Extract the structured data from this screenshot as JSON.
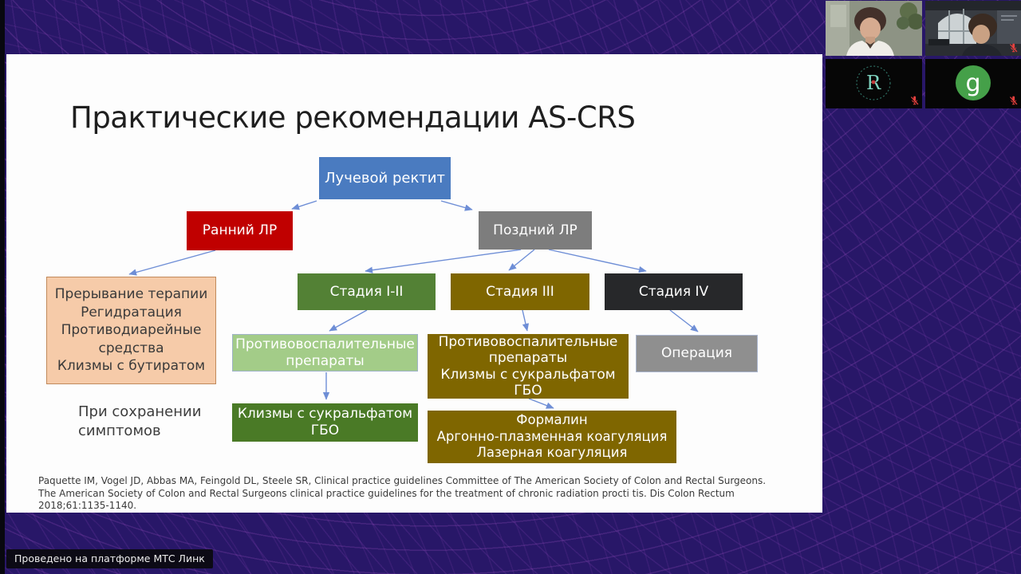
{
  "meeting": {
    "platform_badge": "Проведено на платформе МТС Линк",
    "tiles": [
      {
        "id": "participant-video-1",
        "kind": "camera",
        "muted": false
      },
      {
        "id": "participant-video-2",
        "kind": "camera",
        "muted": true
      },
      {
        "id": "participant-logo-avatar",
        "kind": "logo-avatar",
        "initial": "R",
        "muted": true
      },
      {
        "id": "participant-letter-avatar",
        "kind": "letter-avatar",
        "initial": "g",
        "muted": true
      }
    ],
    "avatar_letter": "g",
    "logo_letter": "R"
  },
  "slide": {
    "title": "Практические рекомендации AS-CRS",
    "side_note": "При сохранении\nсимптомов",
    "citation_lines": [
      "Paquette IM, Vogel JD, Abbas MA, Feingold DL, Steele SR, Clinical practice guidelines Committee of The American Society of Colon and Rectal Surgeons.",
      "The American Society of Colon and Rectal Surgeons clinical practice guidelines for the treatment of chronic radiation procti tis. Dis Colon Rectum",
      "2018;61:1135-1140."
    ],
    "flowchart": {
      "nodes": {
        "root": {
          "label": "Лучевой ректит",
          "color": "#4a7bc0"
        },
        "early": {
          "label": "Ранний ЛР",
          "color": "#c00000"
        },
        "late": {
          "label": "Поздний ЛР",
          "color": "#7d7d7d"
        },
        "stage12": {
          "label": "Стадия I-II",
          "color": "#538135"
        },
        "stage3": {
          "label": "Стадия III",
          "color": "#7f6600"
        },
        "stage4": {
          "label": "Стадия IV",
          "color": "#27282a"
        },
        "early_tx": {
          "text": [
            "Прерывание терапии",
            "Регидратация",
            "Противодиарейные средства",
            "Клизмы с бутиратом"
          ],
          "color": "#f6cba9"
        },
        "stage12_tx1": {
          "text": [
            "Противовоспалительные препараты"
          ],
          "color": "#a3cc88"
        },
        "stage12_tx2": {
          "text": [
            "Клизмы с сукральфатом",
            "ГБО"
          ],
          "color": "#4a7a26"
        },
        "stage3_tx1": {
          "text": [
            "Противовоспалительные препараты",
            "Клизмы с сукральфатом",
            "ГБО"
          ],
          "color": "#7f6600"
        },
        "stage3_tx2": {
          "text": [
            "Формалин",
            "Аргонно-плазменная коагуляция",
            "Лазерная коагуляция"
          ],
          "color": "#7f6600"
        },
        "stage4_tx": {
          "label": "Операция",
          "color": "#8f8f8f"
        }
      },
      "arrow_color": "#6e8ed6"
    }
  },
  "colors": {
    "background": "#281768",
    "slide_bg": "#fdfdfd",
    "muted_mic": "#e8413f",
    "avatar_green": "#45a049",
    "logo_teal": "#7fd4c0"
  }
}
